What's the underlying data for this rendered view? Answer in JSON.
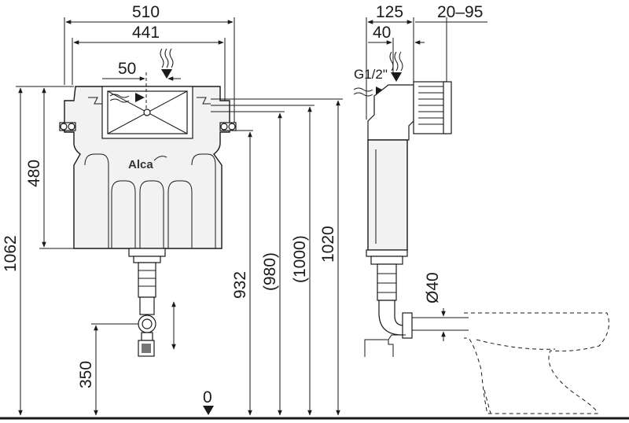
{
  "brand": {
    "logo_text": "Alca"
  },
  "front_view": {
    "width_outer": "510",
    "width_inner": "441",
    "inlet_offset": "50",
    "height_480": "480",
    "height_1062": "1062",
    "height_932": "932",
    "height_980": "(980)",
    "height_1000": "(1000)",
    "height_1020": "1020",
    "height_350": "350",
    "floor_zero": "0"
  },
  "side_view": {
    "depth_125": "125",
    "adjust_range": "20–95",
    "offset_40": "40",
    "thread": "G1/2\"",
    "pipe_diameter": "Ø40"
  }
}
